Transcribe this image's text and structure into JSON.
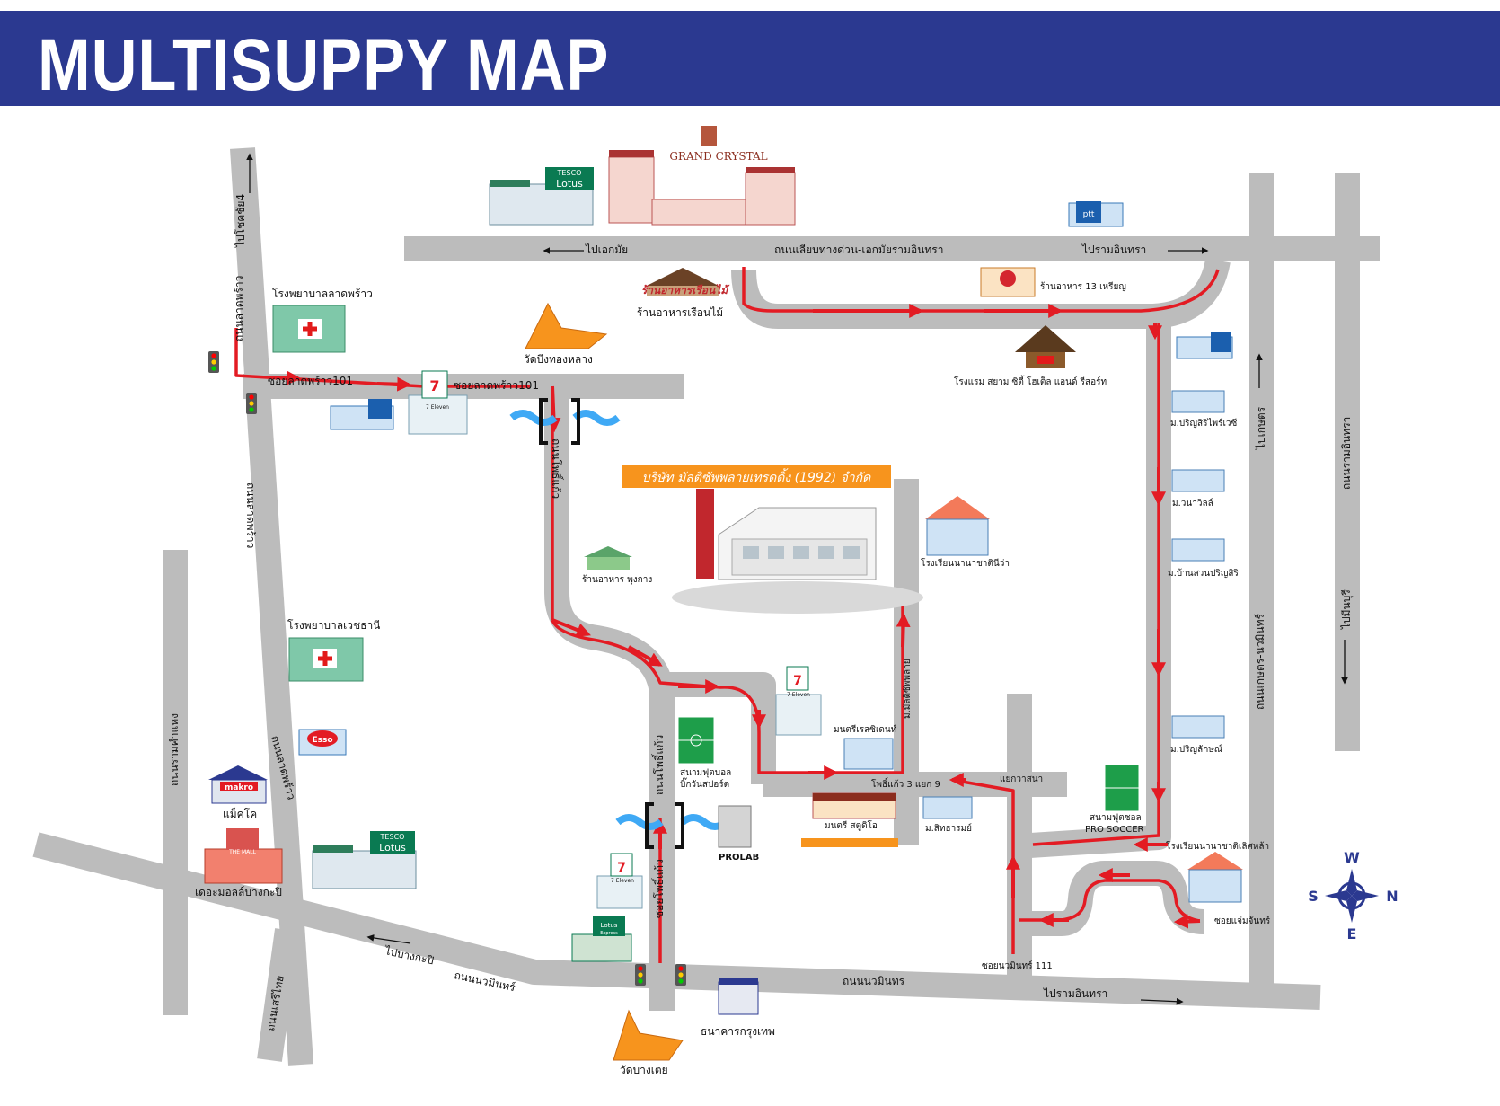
{
  "header": {
    "title": "MULTISUPPY MAP"
  },
  "colors": {
    "header": "#2b3990",
    "road": "#bcbcbc",
    "route": "#e31b23",
    "company_banner": "#f7941d",
    "water": "#3fa9f5"
  },
  "roads": {
    "r1": "ถนนเลียบทางด่วน-เอกมัยรามอินทรา",
    "r2": "ไปเอกมัย",
    "r3": "ไปรามอินทรา",
    "r4": "ไปโชคชัย4",
    "r5": "ถนนลาดพร้าว",
    "r6": "ซอยลาดพร้าว101",
    "r7": "ซอยลาดพร้าว101",
    "r8": "ถนนโพธิ์แก้ว",
    "r9": "ถนนลาดพร้าว",
    "r10": "ถนนลาดพร้าว",
    "r11": "ถนนรามคำแหง",
    "r12": "ถนนนวมินทร์",
    "r13": "ไปบางกะปิ",
    "r14": "ถนนนวมินทร",
    "r15": "ไปรามอินทรา",
    "r16": "ถนนเสรีไทย",
    "r17": "ถนนโพธิ์แก้ว",
    "r18": "ซอยโพธิ์แก้ว",
    "r19": "ไปเกษตร",
    "r20": "ถนนเกษตร-นวมินทร์",
    "r21": "ถนนรามอินทรา",
    "r22": "ไปมีนบุรี",
    "r23": "ม.มัลติซัพพลาย",
    "r24": "โพธิ์แก้ว 3 แยก 9",
    "r25": "แยกวาสนา",
    "r26": "ซอยนวมินทร์ 111",
    "r27": "ซอยแจ่มจันทร์"
  },
  "places": {
    "p1": "โรงพยาบาลลาดพร้าว",
    "p2": "วัดบึงทองหลาง",
    "p3": "ร้านอาหารเรือนไม้",
    "p4": "ร้านอาหาร 13 เหรียญ",
    "p5": "โรงแรม สยาม ซิตี้ โฮเต็ล แอนด์ รีสอร์ท",
    "p6": "ม.ปริญสิริไพร์เวซี",
    "p7": "ม.วนาวิลล์",
    "p8": "ม.บ้านสวนปริญสิริ",
    "p9": "ม.ปริญลักษณ์",
    "p10": "โรงเรียนนานาชาติเลิศหล้า",
    "p11": "สนามฟุตซอล",
    "p12": "PRO SOCCER",
    "p13": "โรงเรียนนานาชาตินีว่า",
    "p14": "ร้านอาหาร พุงกาง",
    "p15": "โรงพยาบาลเวชธานี",
    "p16": "แม็คโค",
    "p17": "เดอะมอลล์บางกะปิ",
    "p18": "มนตรีเรสซิเดนท์",
    "p19": "มนตรี สตูดิโอ",
    "p20": "ม.สิทธารมย์",
    "p21": "สนามฟุตบอล",
    "p22": "บิ๊กวันสปอร์ต",
    "p23": "PROLAB",
    "p24": "ธนาคารกรุงเทพ",
    "p25": "วัดบางเตย",
    "p26": "ร้านอาหารเรือนไม้"
  },
  "logos": {
    "l1": "GRAND CRYSTAL",
    "l2": "TESCO",
    "l3": "Lotus",
    "l4": "TESCO",
    "l5": "Lotus",
    "l6": "makro",
    "l7": "Esso",
    "l8": "THE MALL",
    "l9": "ptt",
    "l10": "7 Eleven",
    "l11": "7 Eleven",
    "l12": "7 Eleven",
    "l13": "Lotus",
    "l14": "Express"
  },
  "company": {
    "name": "บริษัท มัลติซัพพลายเทรดดิ้ง (1992) จำกัด"
  },
  "compass": {
    "w": "W",
    "e": "E",
    "s": "S",
    "n": "N"
  }
}
